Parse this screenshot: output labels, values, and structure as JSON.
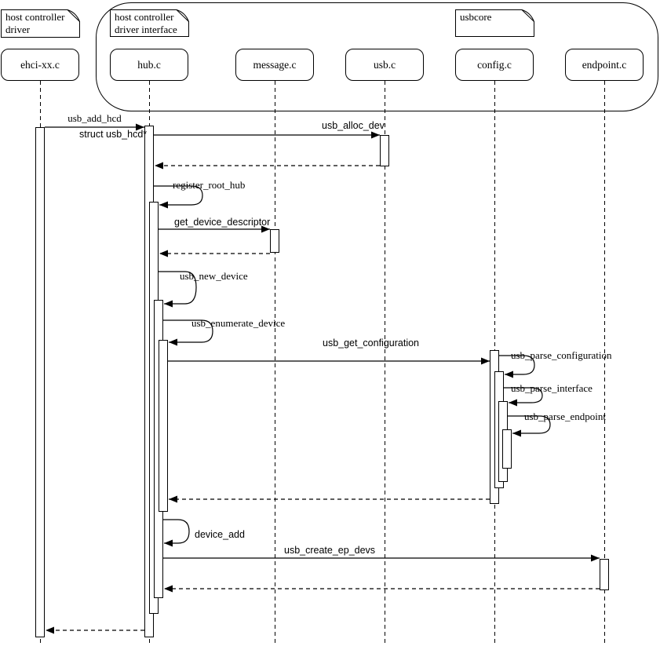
{
  "diagram": {
    "background": "#ffffff",
    "stroke_color": "#000000",
    "notes": {
      "hcd": "host  controller\ndriver",
      "hcd_interface": "host controller\ndriver interface",
      "usbcore": "usbcore"
    },
    "lifelines": [
      {
        "label": "ehci-xx.c"
      },
      {
        "label": "hub.c"
      },
      {
        "label": "message.c"
      },
      {
        "label": "usb.c"
      },
      {
        "label": "config.c"
      },
      {
        "label": "endpoint.c"
      }
    ],
    "messages": {
      "usb_add_hcd": "usb_add_hcd",
      "struct_usb_hcd": "struct usb_hcd*",
      "usb_alloc_dev": "usb_alloc_dev",
      "register_root_hub": "register_root_hub",
      "get_device_descriptor": "get_device_descriptor",
      "usb_new_device": "usb_new_device",
      "usb_enumerate_device": "usb_enumerate_device",
      "usb_get_configuration": "usb_get_configuration",
      "usb_parse_configuration": "usb_parse_configuration",
      "usb_parse_interface": "usb_parse_interface",
      "usb_parse_endpoint": "usb_parse_endpoint",
      "device_add": "device_add",
      "usb_create_ep_devs": "usb_create_ep_devs"
    }
  }
}
